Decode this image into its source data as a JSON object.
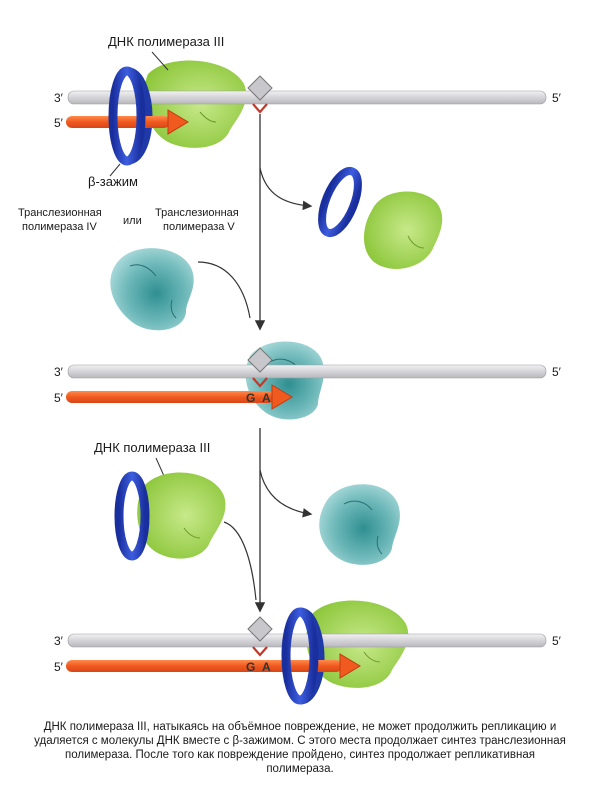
{
  "labels": {
    "dna_pol_top": "ДНК полимераза III",
    "dna_pol_mid": "ДНК полимераза III",
    "beta_clamp": "β-зажим",
    "tls_iv_line1": "Транслезионная",
    "tls_iv_line2": "полимераза IV",
    "ili": "или",
    "tls_v_line1": "Транслезионная",
    "tls_v_line2": "полимераза V",
    "three_prime": "3′",
    "five_prime": "5′",
    "base_g": "G",
    "base_a": "A"
  },
  "caption": "ДНК полимераза III, натыкаясь на объёмное повреждение, не может продолжить репликацию и удаляется с молекулы ДНК вместе с β-зажимом. С этого места продолжает синтез транслезионная полимераза. После того как повреждение пройдено, синтез продолжает репликативная полимераза.",
  "colors": {
    "template_strand": "#d6d6da",
    "new_strand": "#f26a2e",
    "beta_clamp": "#2b48c8",
    "dna_pol_iii": "#a6d24e",
    "tls_polymerase": "#6fb9ba",
    "lesion_mark": "#c0392b"
  }
}
